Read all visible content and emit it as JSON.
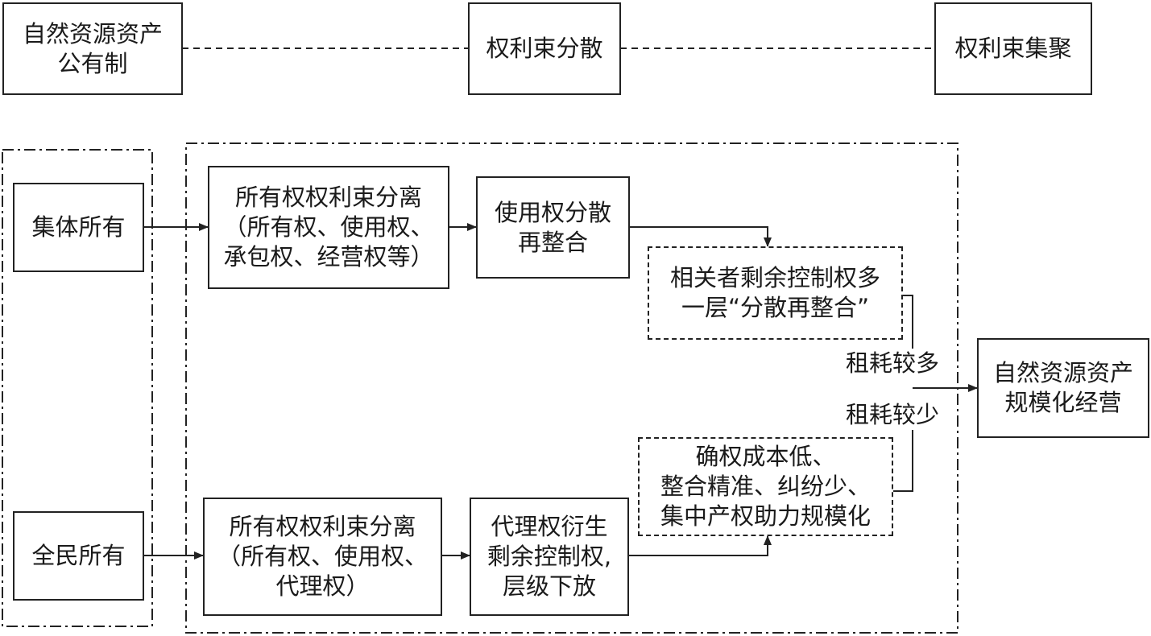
{
  "top_row": {
    "public_ownership": [
      "自然资源资产",
      "公有制"
    ],
    "dispersal": [
      "权利束分散"
    ],
    "aggregation": [
      "权利束集聚"
    ]
  },
  "left_column": {
    "collective": [
      "集体所有"
    ],
    "state": [
      "全民所有"
    ]
  },
  "upper_path": {
    "separation": [
      "所有权权利束分离",
      "（所有权、使用权、",
      "承包权、经营权等）"
    ],
    "reintegration": [
      "使用权分散",
      "再整合"
    ],
    "extra_layer": [
      "相关者剩余控制权多",
      "一层“分散再整合”"
    ]
  },
  "lower_path": {
    "separation": [
      "所有权权利束分离",
      "（所有权、使用权、",
      "代理权）"
    ],
    "agency": [
      "代理权衍生",
      "剩余控制权,",
      "层级下放"
    ],
    "benefits": [
      "确权成本低、",
      "整合精准、纠纷少、",
      "集中产权助力规模化"
    ]
  },
  "labels": {
    "rent_high": "租耗较多",
    "rent_low": "租耗较少"
  },
  "outcome": [
    "自然资源资产",
    "规模化经营"
  ]
}
